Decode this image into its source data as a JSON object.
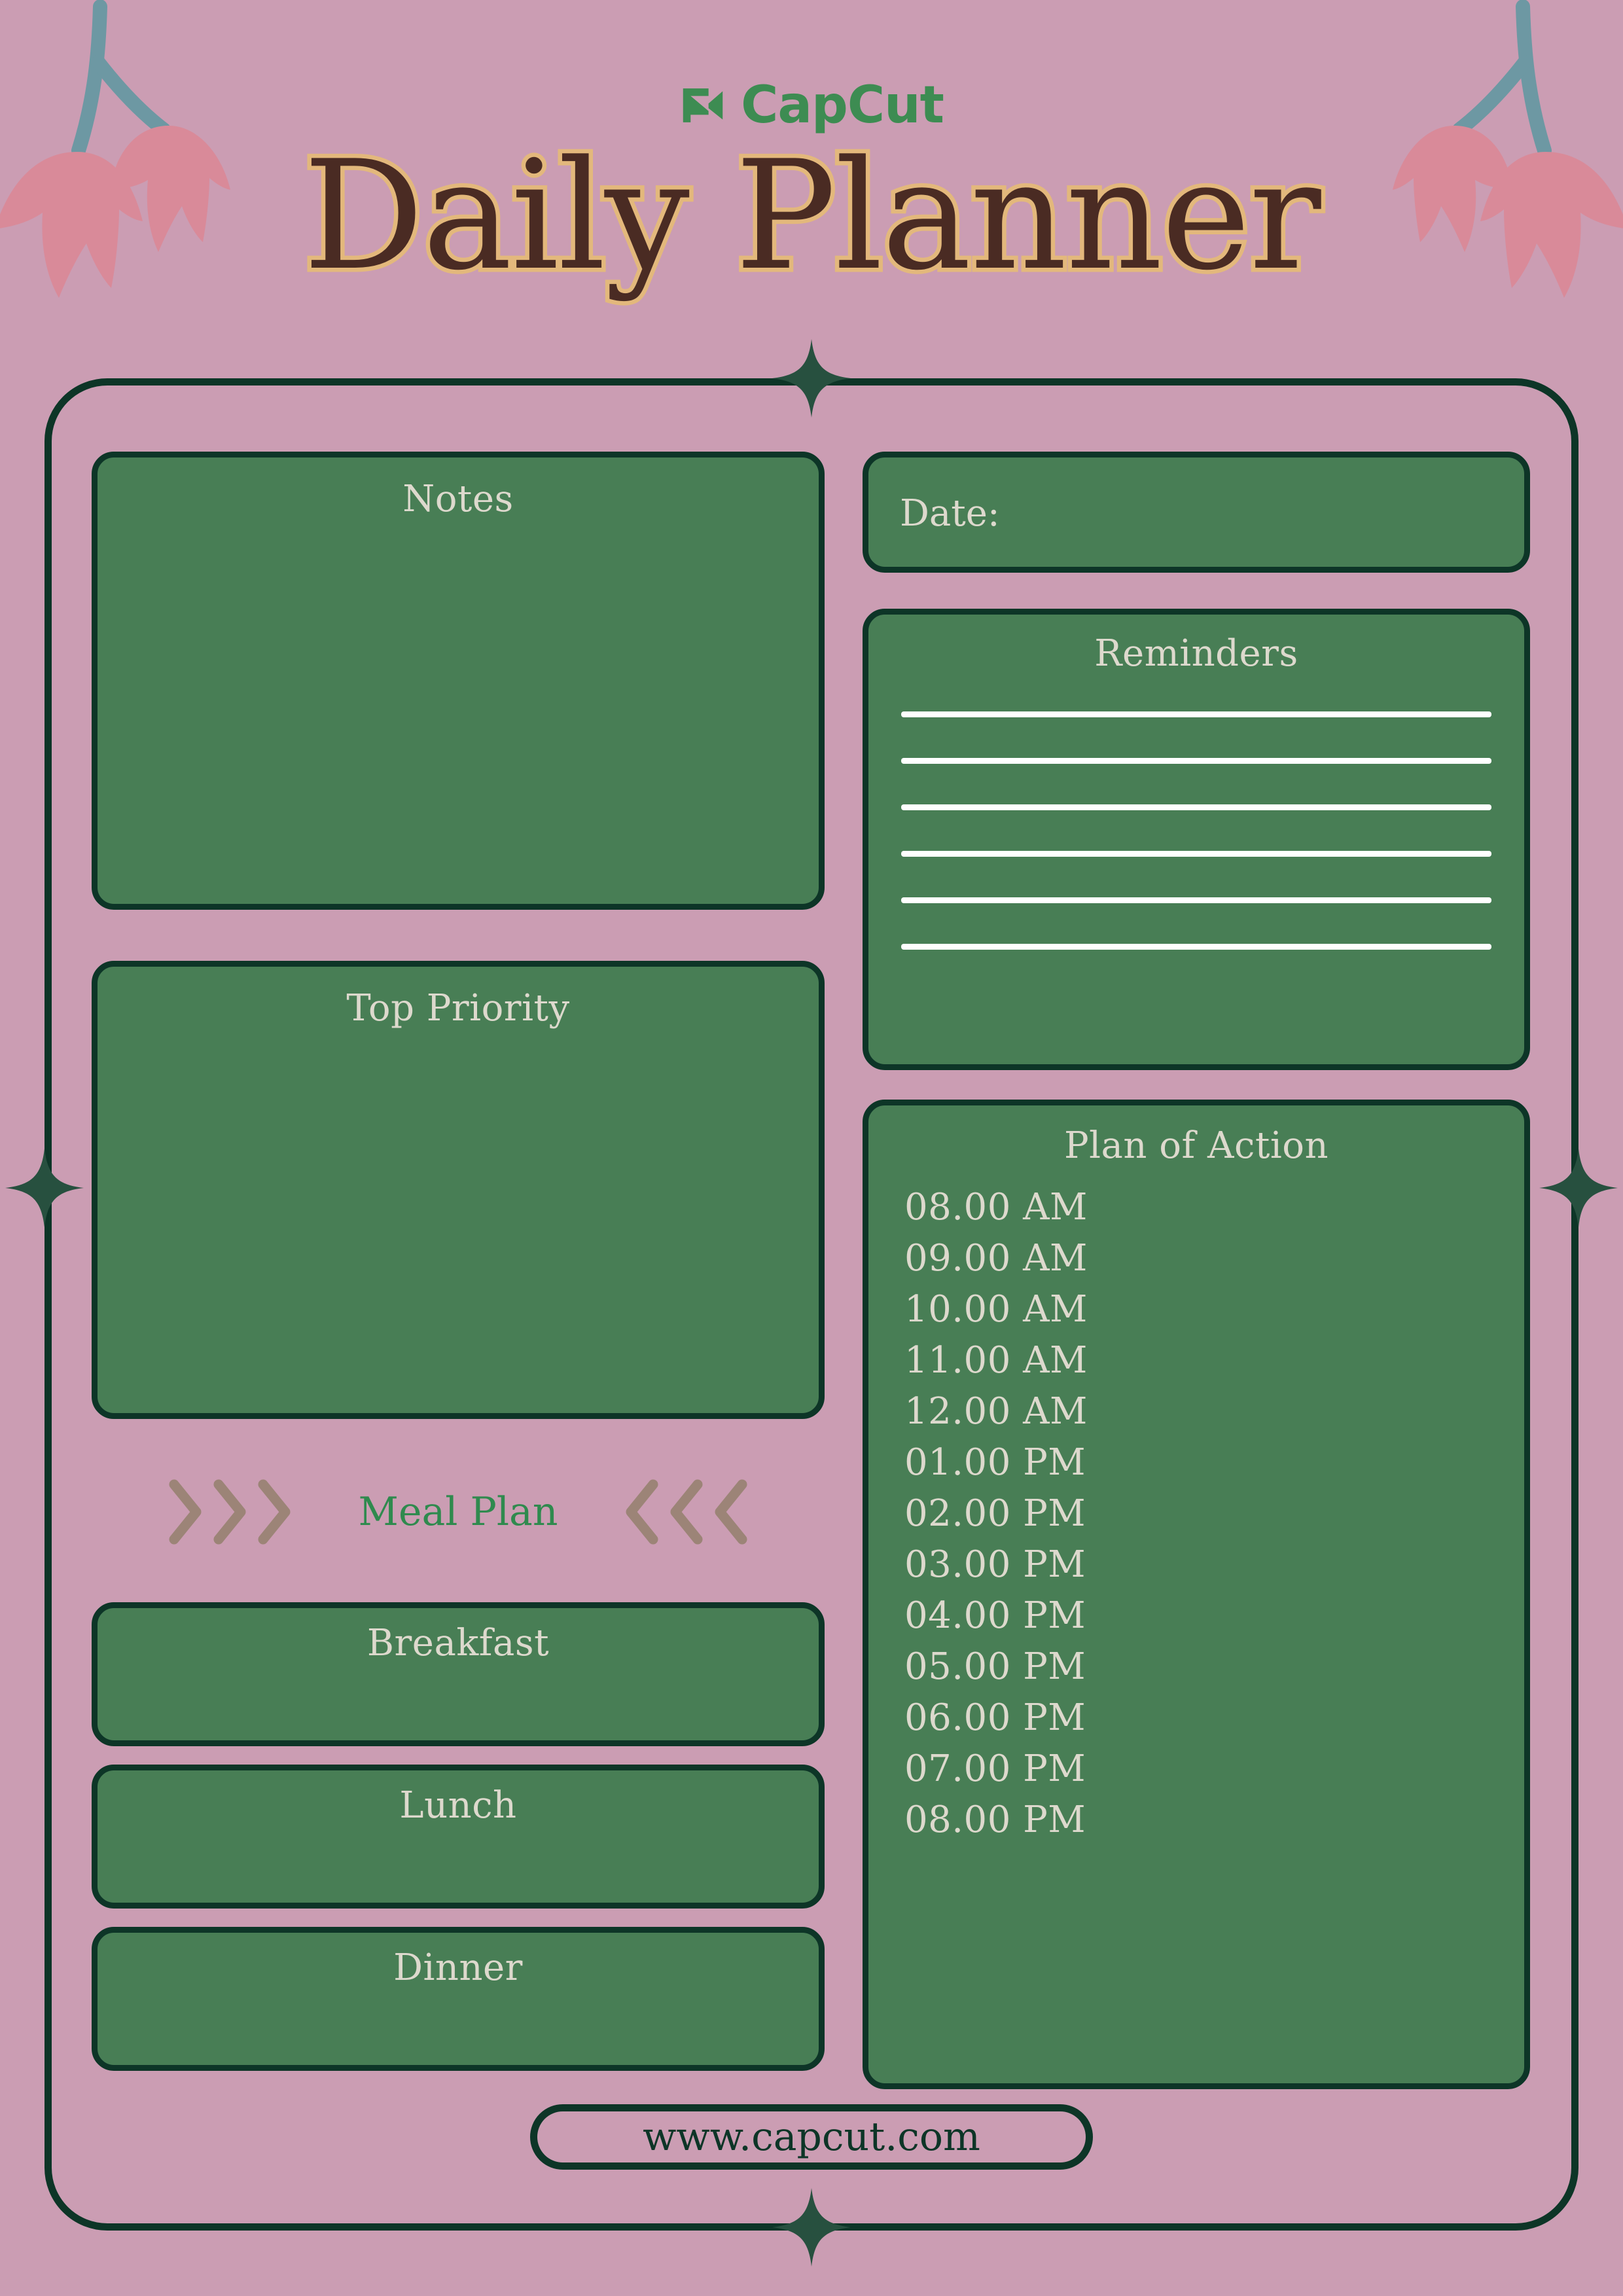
{
  "brand": {
    "name": "CapCut",
    "logo_icon": "capcut-logo-icon"
  },
  "title": "Daily Planner",
  "colors": {
    "background_pink": "#cb9db3",
    "card_green": "#487e55",
    "border_dark_green": "#0d3527",
    "text_cream": "#ddd9cd",
    "title_fill": "#4a2b23",
    "title_outline": "#e3b87c",
    "accent_green": "#2f8a4e",
    "chevron_brown": "#9c8477",
    "flower_pink": "#d98a99",
    "stem_teal": "#6d98a3",
    "line_white": "#ffffff"
  },
  "left_column": {
    "notes": {
      "label": "Notes"
    },
    "top_priority": {
      "label": "Top Priority"
    },
    "meal_plan": {
      "label": "Meal Plan",
      "left_icon": "chevrons-right-icon",
      "right_icon": "chevrons-left-icon",
      "meals": [
        {
          "label": "Breakfast"
        },
        {
          "label": "Lunch"
        },
        {
          "label": "Dinner"
        }
      ]
    }
  },
  "right_column": {
    "date": {
      "label": "Date:",
      "value": ""
    },
    "reminders": {
      "label": "Reminders",
      "lines": [
        "",
        "",
        "",
        "",
        "",
        ""
      ]
    },
    "plan_of_action": {
      "label": "Plan of Action",
      "times": [
        "08.00 AM",
        "09.00 AM",
        "10.00 AM",
        "11.00 AM",
        "12.00 AM",
        "01.00 PM",
        "02.00 PM",
        "03.00 PM",
        "04.00 PM",
        "05.00 PM",
        "06.00 PM",
        "07.00 PM",
        "08.00 PM"
      ]
    }
  },
  "footer": {
    "url": "www.capcut.com"
  },
  "decorations": {
    "flower_left": "tulip-flowers-icon",
    "flower_right": "tulip-flowers-icon",
    "sparkle": "four-point-star-icon"
  }
}
